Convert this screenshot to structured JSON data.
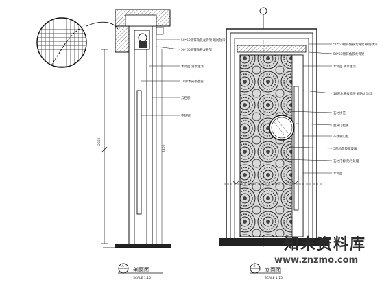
{
  "drawing": {
    "left_view": {
      "title": "剖面图",
      "subtitle": "SCALE 1:15",
      "index_no": "A",
      "dims": {
        "overall": "2880",
        "detail": "2100"
      },
      "labels": [
        "50*50镀锌角铁龙骨架 刷防锈漆",
        "50*50镀锌角铁龙骨架",
        "木饰面 清水油漆",
        "18厚木夹板基层",
        "云石胶",
        "不锈钢"
      ]
    },
    "right_view": {
      "title": "立面图",
      "subtitle": "SCALE 1:15",
      "index_no": "B",
      "labels": [
        "50*50镀锌角铁龙骨架 刷防锈漆",
        "50*50镀锌角铁龙骨架",
        "木饰面 清水油漆",
        "18厚木夹板基层 刷防火涂料",
        "石材拼花",
        "金属门拉手",
        "不锈钢门框",
        "5厚超白镜面玻璃",
        "石材门套 防污处理",
        "木饰面"
      ]
    }
  },
  "watermark": {
    "brand": "知末资料库",
    "url": "www.znzmo.com"
  },
  "colors": {
    "line": "#1a1a1a",
    "hatch": "#7a7a7a",
    "watermark": "#2b2b2b"
  }
}
